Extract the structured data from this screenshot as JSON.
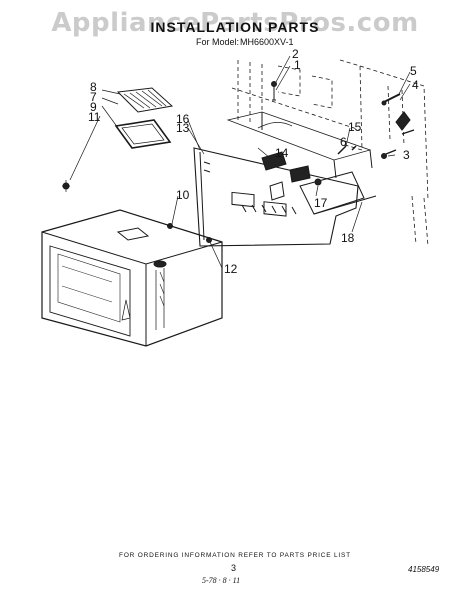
{
  "watermark": "AppliancePartsPros.com",
  "header": {
    "title": "INSTALLATION PARTS",
    "model_label": "For Model:",
    "model_value": "MH6600XV-1"
  },
  "callouts": {
    "c1": "1",
    "c2": "2",
    "c3": "3",
    "c4": "4",
    "c5": "5",
    "c6": "6",
    "c7": "7",
    "c8": "8",
    "c9": "9",
    "c10": "10",
    "c11": "11",
    "c12": "12",
    "c13": "13",
    "c14": "14",
    "c15": "15",
    "c16": "16",
    "c17": "17",
    "c18": "18"
  },
  "footer": {
    "ordering_note": "FOR ORDERING INFORMATION REFER TO PARTS PRICE LIST",
    "page_number": "3",
    "part_code": "4158549",
    "handwritten_note": "5-78 · 8 · 11"
  }
}
